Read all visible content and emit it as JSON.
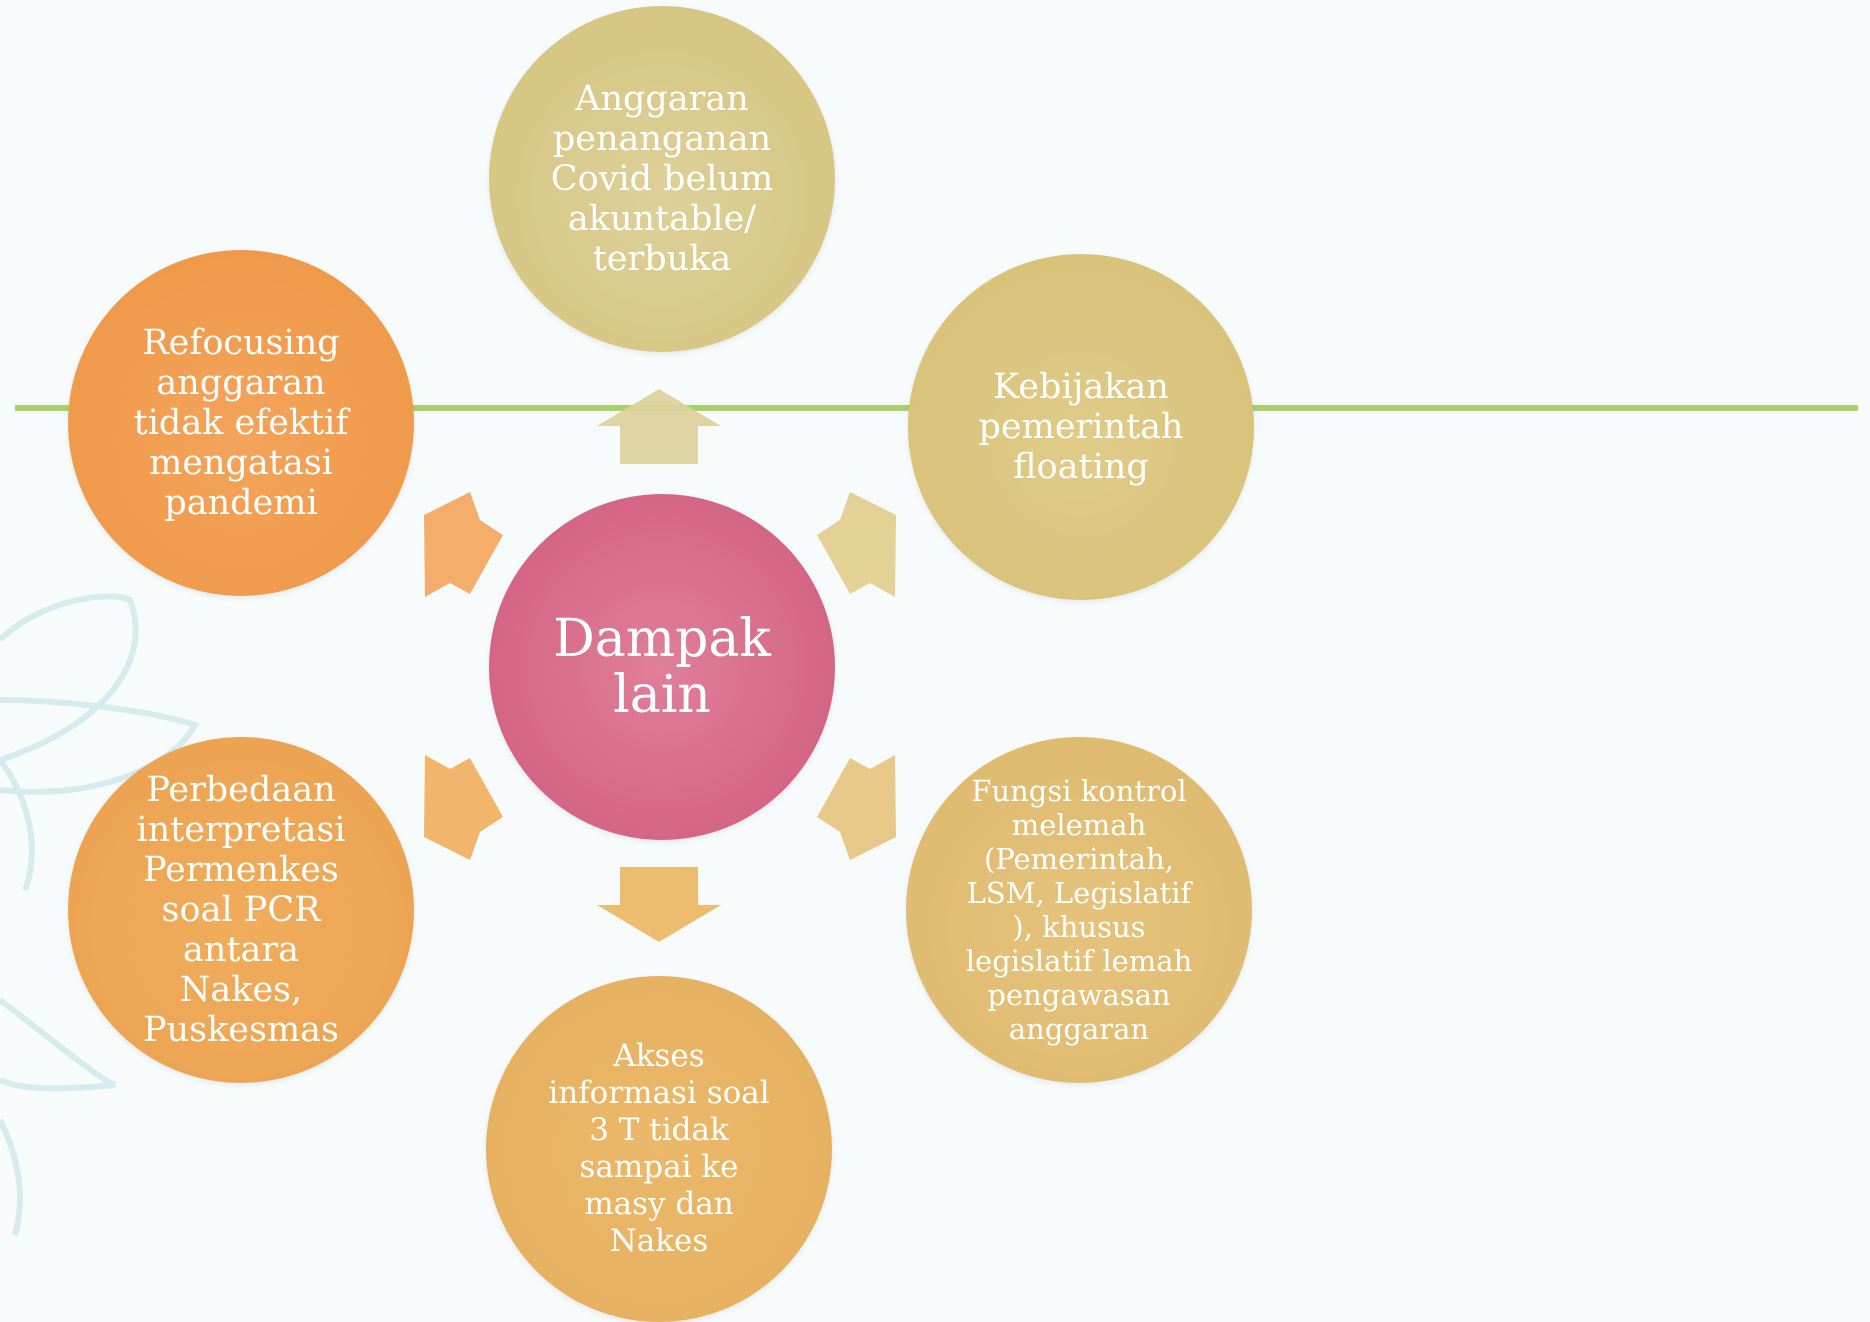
{
  "diagram": {
    "nodes": {
      "center": "Dampak\nlain",
      "top": "Anggaran\npenanganan\nCovid belum\nakuntable/\nterbuka",
      "right": "Kebijakan\npemerintah\nfloating",
      "bottom_right": "Fungsi kontrol\nmelemah\n(Pemerintah,\nLSM, Legislatif\n), khusus\nlegislatif lemah\npengawasan\nanggaran",
      "bottom": "Akses\ninformasi soal\n3 T tidak\nsampai ke\nmasy dan\nNakes",
      "bottom_left": "Perbedaan\ninterpretasi\nPermenkes\nsoal PCR\nantara\nNakes,\nPuskesmas",
      "left": "Refocusing\nanggaran\ntidak efektif\nmengatasi\npandemi"
    },
    "colors": {
      "center": "#d56b8a",
      "top": "#d8c984",
      "right": "#dbc67f",
      "bottom_right": "#e0bd74",
      "bottom": "#e8b363",
      "bottom_left": "#eea654",
      "left": "#f09c4e",
      "line": "#a7d16b",
      "background": "#f7fbfb",
      "leaf": "#d6ebee"
    }
  }
}
